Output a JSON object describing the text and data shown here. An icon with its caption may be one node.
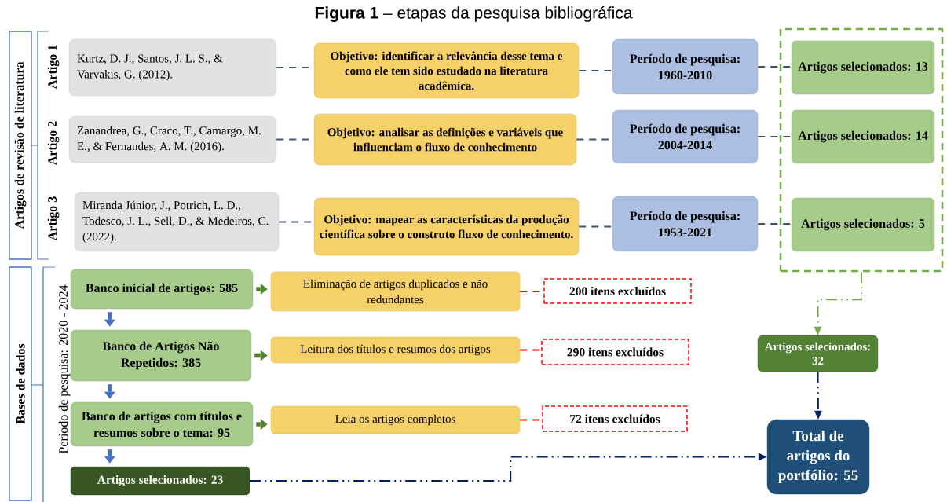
{
  "diagram": {
    "title": "**Figura 1** – etapas da pesquisa bibliográfica",
    "nodes": [
      {
        "text": [
          "Artigos de revisão de literatura"
        ]
      },
      {
        "text": [
          "Kurtz, D. J., Santos, J. L. S., & Varvakis, G. (2012)."
        ]
      },
      {
        "text": [
          "Objetivo: identificar a relevância desse tema e como ele tem sido estudado na literatura acadêmica."
        ]
      },
      {
        "text": [
          "Período de pesquisa: 1960-2010"
        ]
      },
      {
        "text": [],
        "shape": "box"
      },
      {
        "text": [
          "Artigos selecionados: 13"
        ],
        "in": 4
      },
      {
        "text": [
          "Zanandrea, G., Craco, T., Camargo, M. E., & Fernandes, A. M. (2016)."
        ]
      },
      {
        "text": [
          "Objetivo: analisar as definições e variáveis que influenciam o fluxo de conhecimento"
        ]
      },
      {
        "text": [
          "Período de pesquisa: 2004-2014"
        ]
      },
      {
        "text": [
          "Artigos selecionados: 14"
        ],
        "in": 4
      },
      {
        "text": [
          "Miranda Júnior, J., Potrich, L. D., Todesco, J. L., Sell, D., & Medeiros, C. (2022)."
        ]
      },
      {
        "text": [
          "Objetivo: mapear as características da produção científica sobre o construto fluxo de conhecimento."
        ]
      },
      {
        "text": [
          "Período de pesquisa: 1953-2021"
        ]
      },
      {
        "text": [
          "Artigos selecionados: 5"
        ],
        "in": 4
      },
      {
        "text": [
          "Bases de dados"
        ]
      },
      {
        "text": [
          "Banco inicial de artigos: 585"
        ]
      },
      {
        "text": [
          "Eliminação de artigos duplicados e não redundantes"
        ]
      },
      {
        "text": [
          "200 itens excluídos"
        ]
      },
      {
        "text": [
          "Banco de Artigos Não Repetidos: 385"
        ]
      },
      {
        "text": [
          "Leitura dos títulos e resumos dos artigos"
        ]
      },
      {
        "text": [
          "290 itens excluídos"
        ]
      },
      {
        "text": [
          "Artigos selecionados: 32"
        ]
      },
      {
        "text": [
          "Banco de artigos com títulos e resumos sobre o tema: 95"
        ]
      },
      {
        "text": [
          "Leia os artigos completos"
        ]
      },
      {
        "text": [
          "72 itens excluídos"
        ]
      },
      {
        "text": [
          "Artigos selecionados: 23"
        ]
      },
      {
        "text": [
          "Total de artigos do portfólio: 55"
        ]
      }
    ],
    "edges": [
      {
        "from": 1,
        "to": 2,
        "arrow": "none",
        "style": "dashed"
      },
      {
        "from": 2,
        "to": 3,
        "arrow": "none",
        "style": "dashed"
      },
      {
        "from": 3,
        "to": 5,
        "arrow": "none",
        "style": "dashed"
      },
      {
        "from": 6,
        "to": 7,
        "arrow": "none",
        "style": "dashed"
      },
      {
        "from": 7,
        "to": 8,
        "arrow": "none",
        "style": "dashed"
      },
      {
        "from": 8,
        "to": 9,
        "arrow": "none",
        "style": "dashed"
      },
      {
        "from": 10,
        "to": 11,
        "arrow": "none",
        "style": "dashed"
      },
      {
        "from": 11,
        "to": 12,
        "arrow": "none",
        "style": "dashed"
      },
      {
        "from": 12,
        "to": 13,
        "arrow": "none",
        "style": "dashed"
      },
      {
        "from": 15,
        "to": 16,
        "arrow": "to",
        "style": "thick",
        "color": "#548235"
      },
      {
        "from": 15,
        "to": 18,
        "arrow": "to",
        "style": "thick",
        "color": "#4472c4"
      },
      {
        "from": 16,
        "to": 17,
        "arrow": "none",
        "style": "dashed",
        "color": "#ff0000"
      },
      {
        "from": 18,
        "to": 19,
        "arrow": "to",
        "style": "thick",
        "color": "#548235"
      },
      {
        "from": 18,
        "to": 22,
        "arrow": "to",
        "style": "thick",
        "color": "#4472c4"
      },
      {
        "from": 19,
        "to": 20,
        "arrow": "none",
        "style": "dashed",
        "color": "#ff0000"
      },
      {
        "from": 22,
        "to": 23,
        "arrow": "to",
        "style": "thick",
        "color": "#548235"
      },
      {
        "from": 22,
        "to": 25,
        "arrow": "to",
        "style": "thick",
        "color": "#4472c4"
      },
      {
        "from": 23,
        "to": 24,
        "arrow": "none",
        "style": "dashed",
        "color": "#ff0000"
      },
      {
        "from": 4,
        "to": 21,
        "arrow": "to",
        "style": "dashed",
        "color": "#70ad47"
      },
      {
        "from": 21,
        "to": 26,
        "arrow": "to",
        "style": "dashed",
        "color": "#002060"
      },
      {
        "from": 25,
        "to": 26,
        "arrow": "to",
        "style": "dashed",
        "color": "#002060"
      }
    ],
    "labels": [
      "Artigo 1",
      "Artigo 2",
      "Artigo 3",
      "Período de pesquisa: 2020 - 2024"
    ]
  }
}
